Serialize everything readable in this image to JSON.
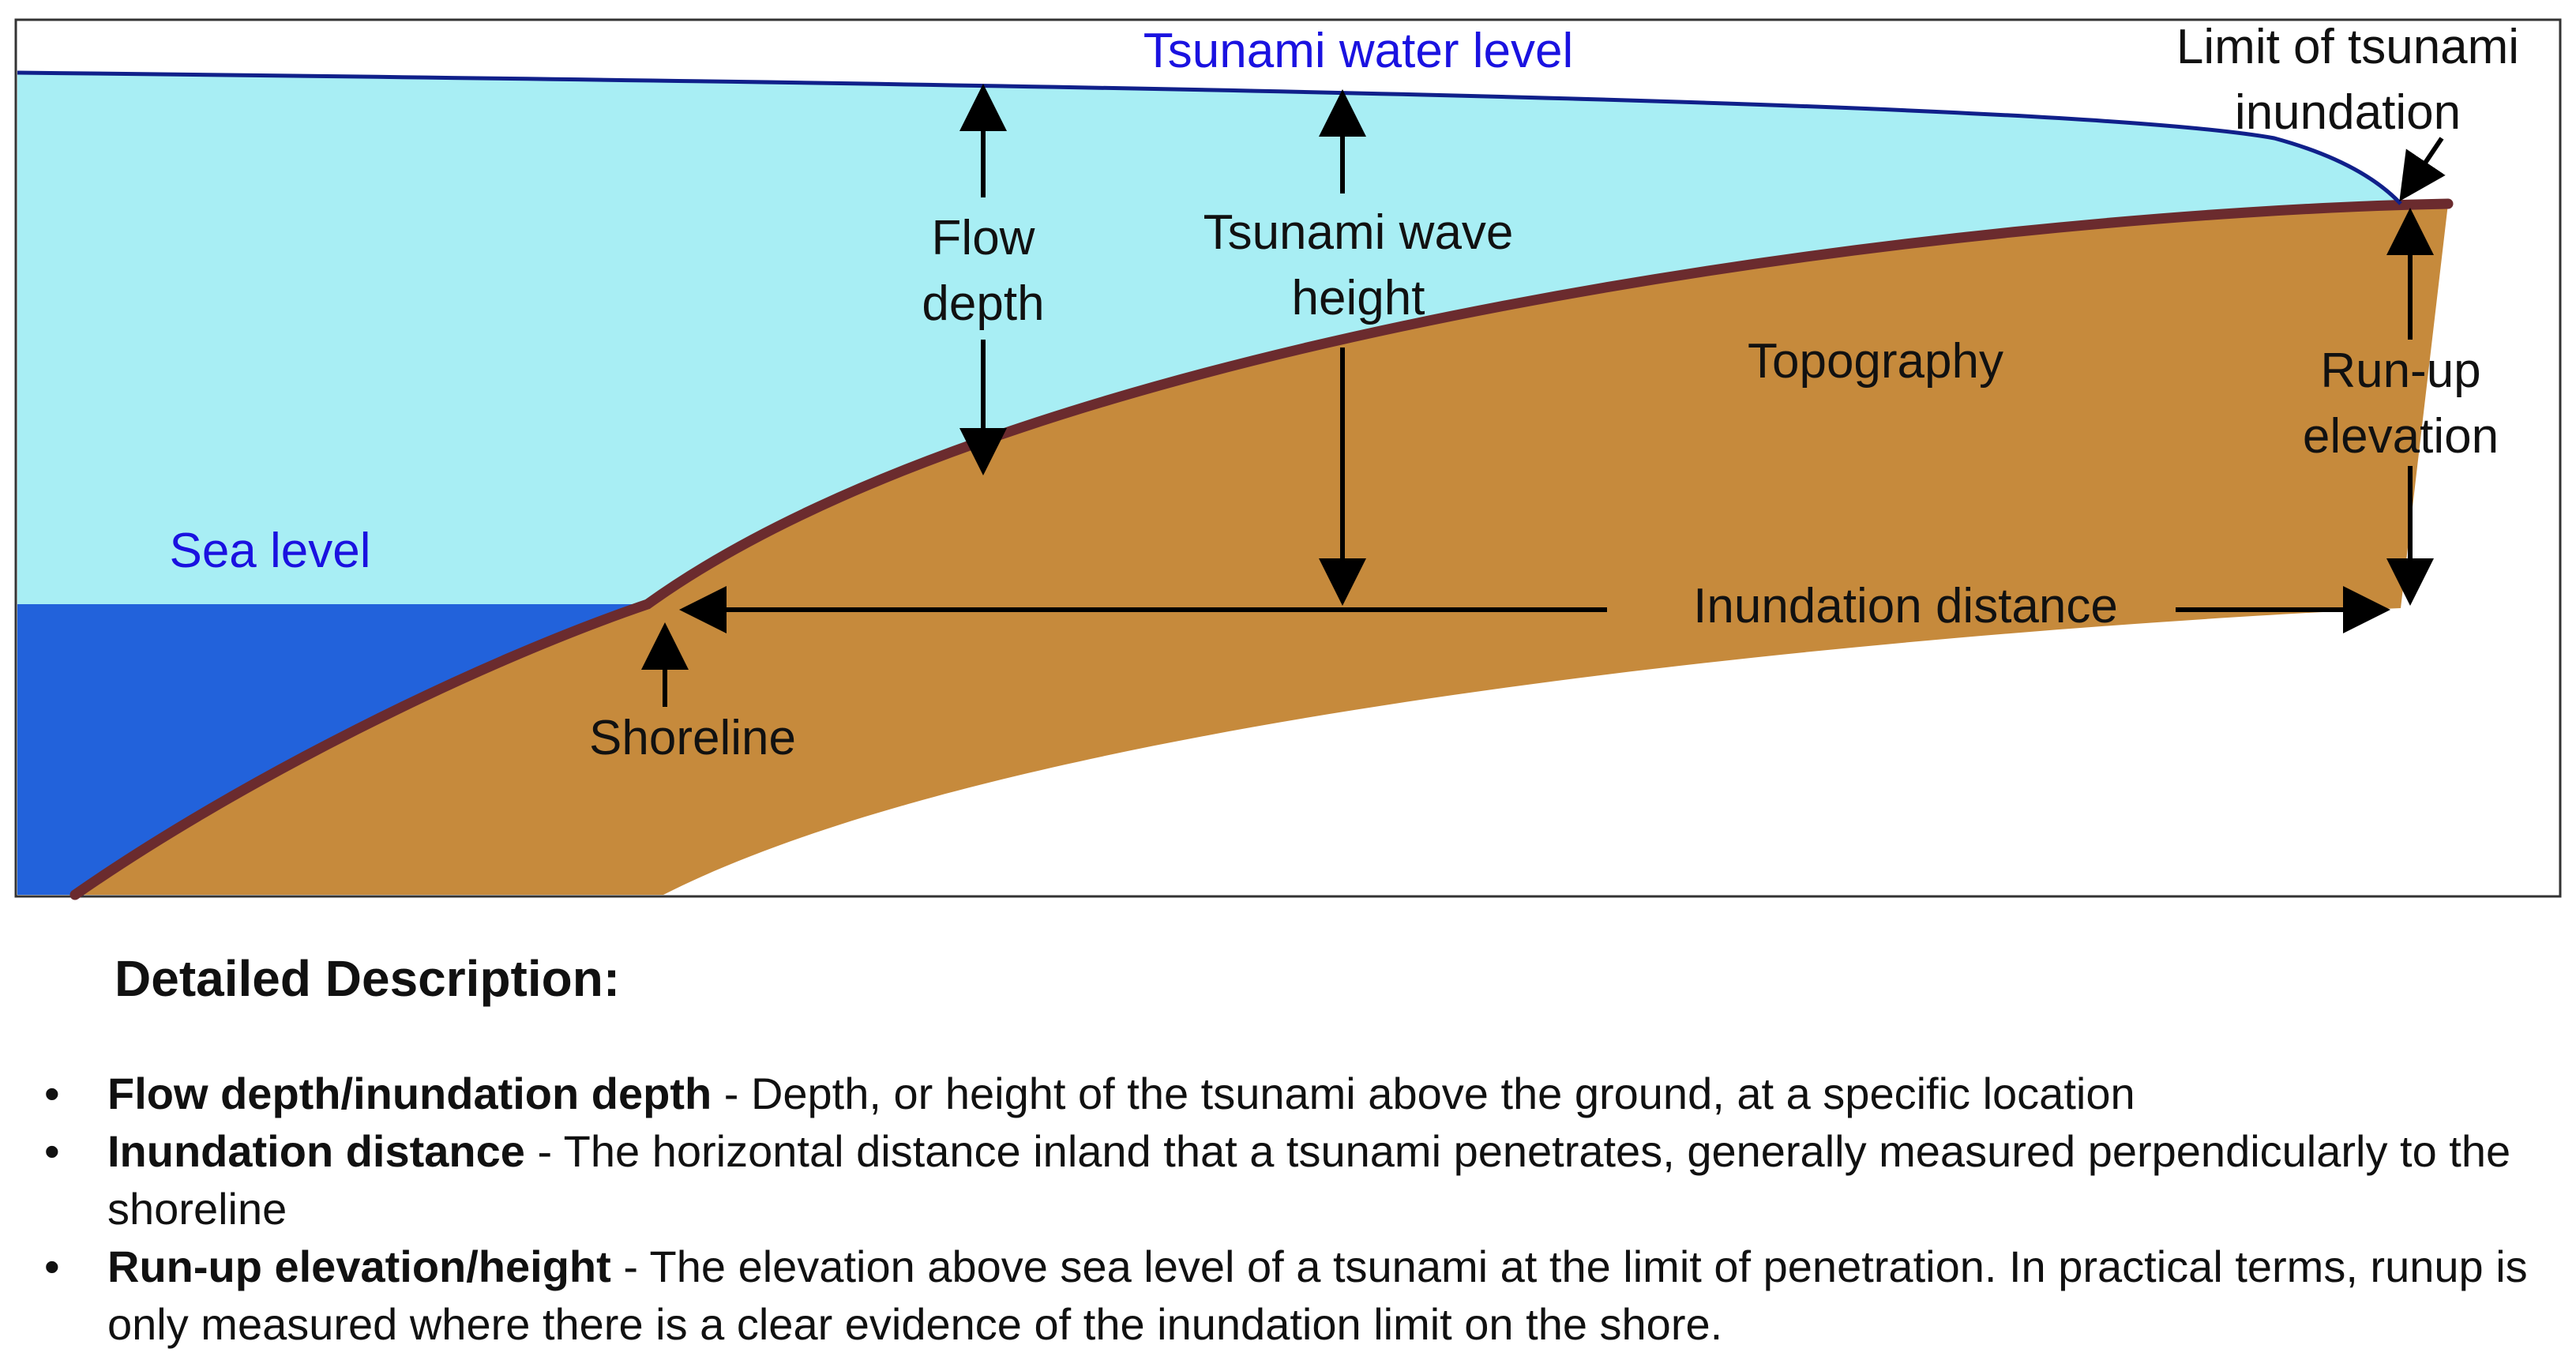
{
  "diagram": {
    "labels": {
      "water_level": "Tsunami water level",
      "limit_line1": "Limit of tsunami",
      "limit_line2": "inundation",
      "flow_line1": "Flow",
      "flow_line2": "depth",
      "wave_line1": "Tsunami wave",
      "wave_line2": "height",
      "topography": "Topography",
      "runup_line1": "Run-up",
      "runup_line2": "elevation",
      "sea_level": "Sea level",
      "inundation_distance": "Inundation distance",
      "shoreline": "Shoreline"
    },
    "colors": {
      "sea": "#2262db",
      "tsunami_water": "#a8eef4",
      "land": "#c68a3c",
      "ground_line": "#6b2b2e",
      "water_surface_line": "#10208a",
      "blue_text": "#1a12e0",
      "frame": "#333333"
    }
  },
  "description": {
    "title": "Detailed Description:",
    "items": [
      {
        "bullet": "•",
        "term": "Flow depth/inundation depth",
        "text": " - Depth, or height of the tsunami above the ground, at a specific location"
      },
      {
        "bullet": "•",
        "term": "Inundation distance",
        "text": " - The horizontal distance inland that a tsunami penetrates, generally measured perpendicularly to the shoreline"
      },
      {
        "bullet": "•",
        "term": "Run-up elevation/height",
        "text": " - The elevation above sea level of a tsunami at the limit of penetration. In practical terms, runup is only measured where there is a clear evidence of the inundation limit on the shore."
      }
    ]
  }
}
